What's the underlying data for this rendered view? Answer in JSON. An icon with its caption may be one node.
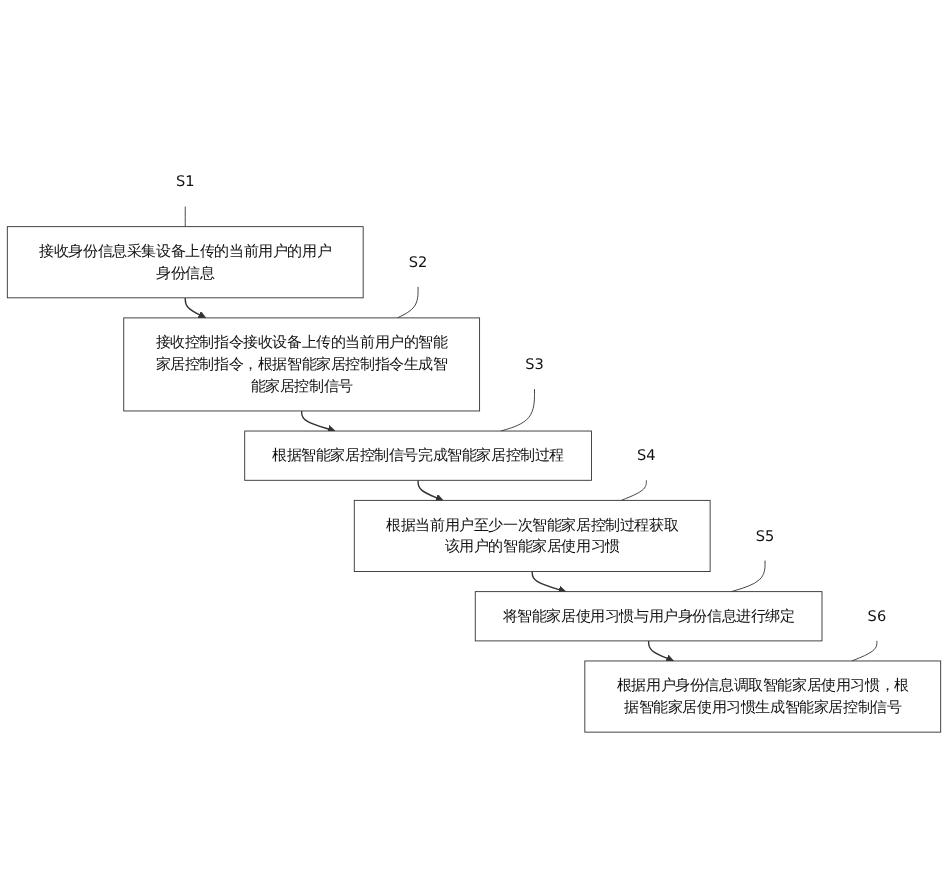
{
  "diagram": {
    "nodes": [
      {
        "text": [
          "S1"
        ]
      },
      {
        "text": [
          "接收身份信息采集设备上传的当前用户的用户身份信息"
        ]
      },
      {
        "text": [
          "S2"
        ]
      },
      {
        "text": [
          "接收控制指令接收设备上传的当前用户的智能家居控制指令，根据智能家居控制指令生成智能家居控制信号"
        ]
      },
      {
        "text": [
          "S3"
        ]
      },
      {
        "text": [
          "根据智能家居控制信号完成智能家居控制过程"
        ]
      },
      {
        "text": [
          "S4"
        ]
      },
      {
        "text": [
          "根据当前用户至少一次智能家居控制过程获取该用户的智能家居使用习惯"
        ]
      },
      {
        "text": [
          "S5"
        ]
      },
      {
        "text": [
          "将智能家居使用习惯与用户身份信息进行绑定"
        ]
      },
      {
        "text": [
          "S6"
        ]
      },
      {
        "text": [
          "根据用户身份信息调取智能家居使用习惯，根据智能家居使用习惯生成智能家居控制信号"
        ]
      }
    ],
    "edges": [
      {
        "from": 0,
        "to": 1,
        "arrow": "none"
      },
      {
        "from": 1,
        "to": 3,
        "arrow": "to"
      },
      {
        "from": 2,
        "to": 3,
        "arrow": "none"
      },
      {
        "from": 3,
        "to": 5,
        "arrow": "to"
      },
      {
        "from": 4,
        "to": 5,
        "arrow": "none"
      },
      {
        "from": 5,
        "to": 7,
        "arrow": "to"
      },
      {
        "from": 6,
        "to": 7,
        "arrow": "none"
      },
      {
        "from": 7,
        "to": 9,
        "arrow": "to"
      },
      {
        "from": 8,
        "to": 9,
        "arrow": "none"
      },
      {
        "from": 9,
        "to": 11,
        "arrow": "to"
      },
      {
        "from": 10,
        "to": 11,
        "arrow": "none"
      }
    ]
  }
}
